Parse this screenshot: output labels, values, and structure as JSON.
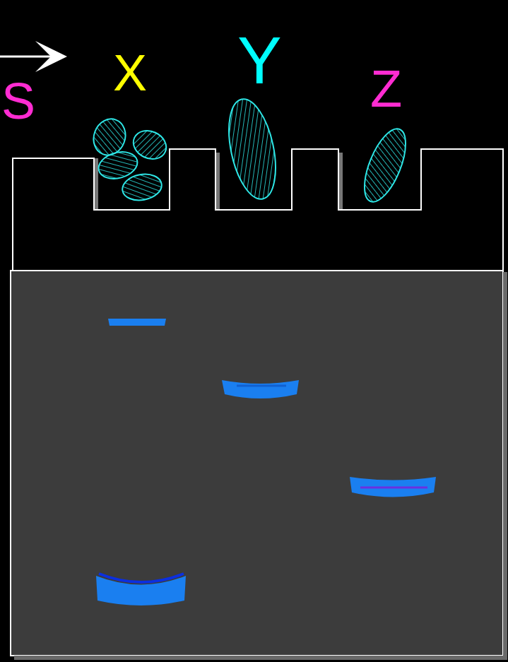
{
  "diagram": {
    "labels": [
      "S",
      "X",
      "Y",
      "Z"
    ]
  }
}
